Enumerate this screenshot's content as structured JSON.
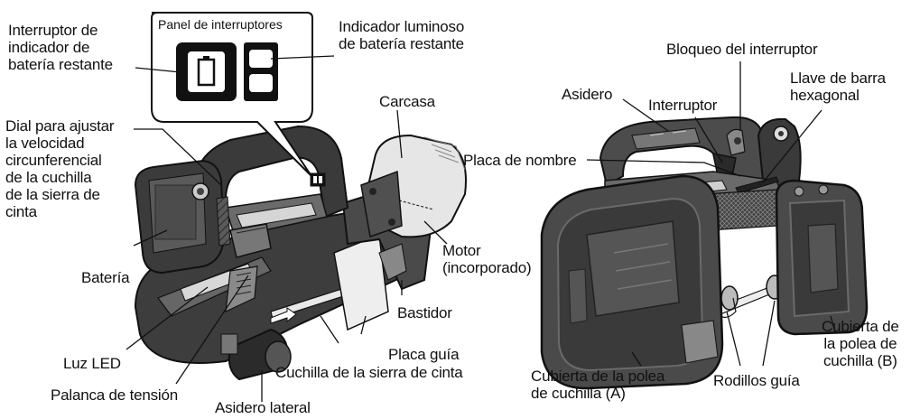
{
  "diagram": {
    "panel": {
      "title": "Panel de interruptores"
    },
    "labels": {
      "interruptor_indicador": "Interruptor de\nindicador de\nbatería restante",
      "indicador_luminoso": "Indicador luminoso\nde batería restante",
      "dial_velocidad": "Dial para ajustar\nla velocidad\ncircunferencial\nde la cuchilla\nde la sierra de\ncinta",
      "carcasa": "Carcasa",
      "bateria": "Batería",
      "motor": "Motor\n(incorporado)",
      "bastidor": "Bastidor",
      "luz_led": "Luz LED",
      "palanca_tension": "Palanca de tensión",
      "asidero_lateral": "Asidero lateral",
      "placa_guia": "Placa guía",
      "cuchilla_sierra": "Cuchilla de la sierra de cinta",
      "bloqueo_interruptor": "Bloqueo del interruptor",
      "asidero": "Asidero",
      "interruptor": "Interruptor",
      "llave_barra": "Llave de barra\nhexagonal",
      "placa_nombre": "Placa de nombre",
      "cubierta_a": "Cubierta de la polea\nde cuchilla (A)",
      "rodillos_guia": "Rodillos guía",
      "cubierta_b": "Cubierta de\nla polea de\ncuchilla (B)"
    },
    "colors": {
      "line": "#111111",
      "body_dark": "#3a3a3a",
      "body_mid": "#6e6e6e",
      "body_light": "#c8c8c8",
      "cover": "#4a4a4a"
    }
  }
}
